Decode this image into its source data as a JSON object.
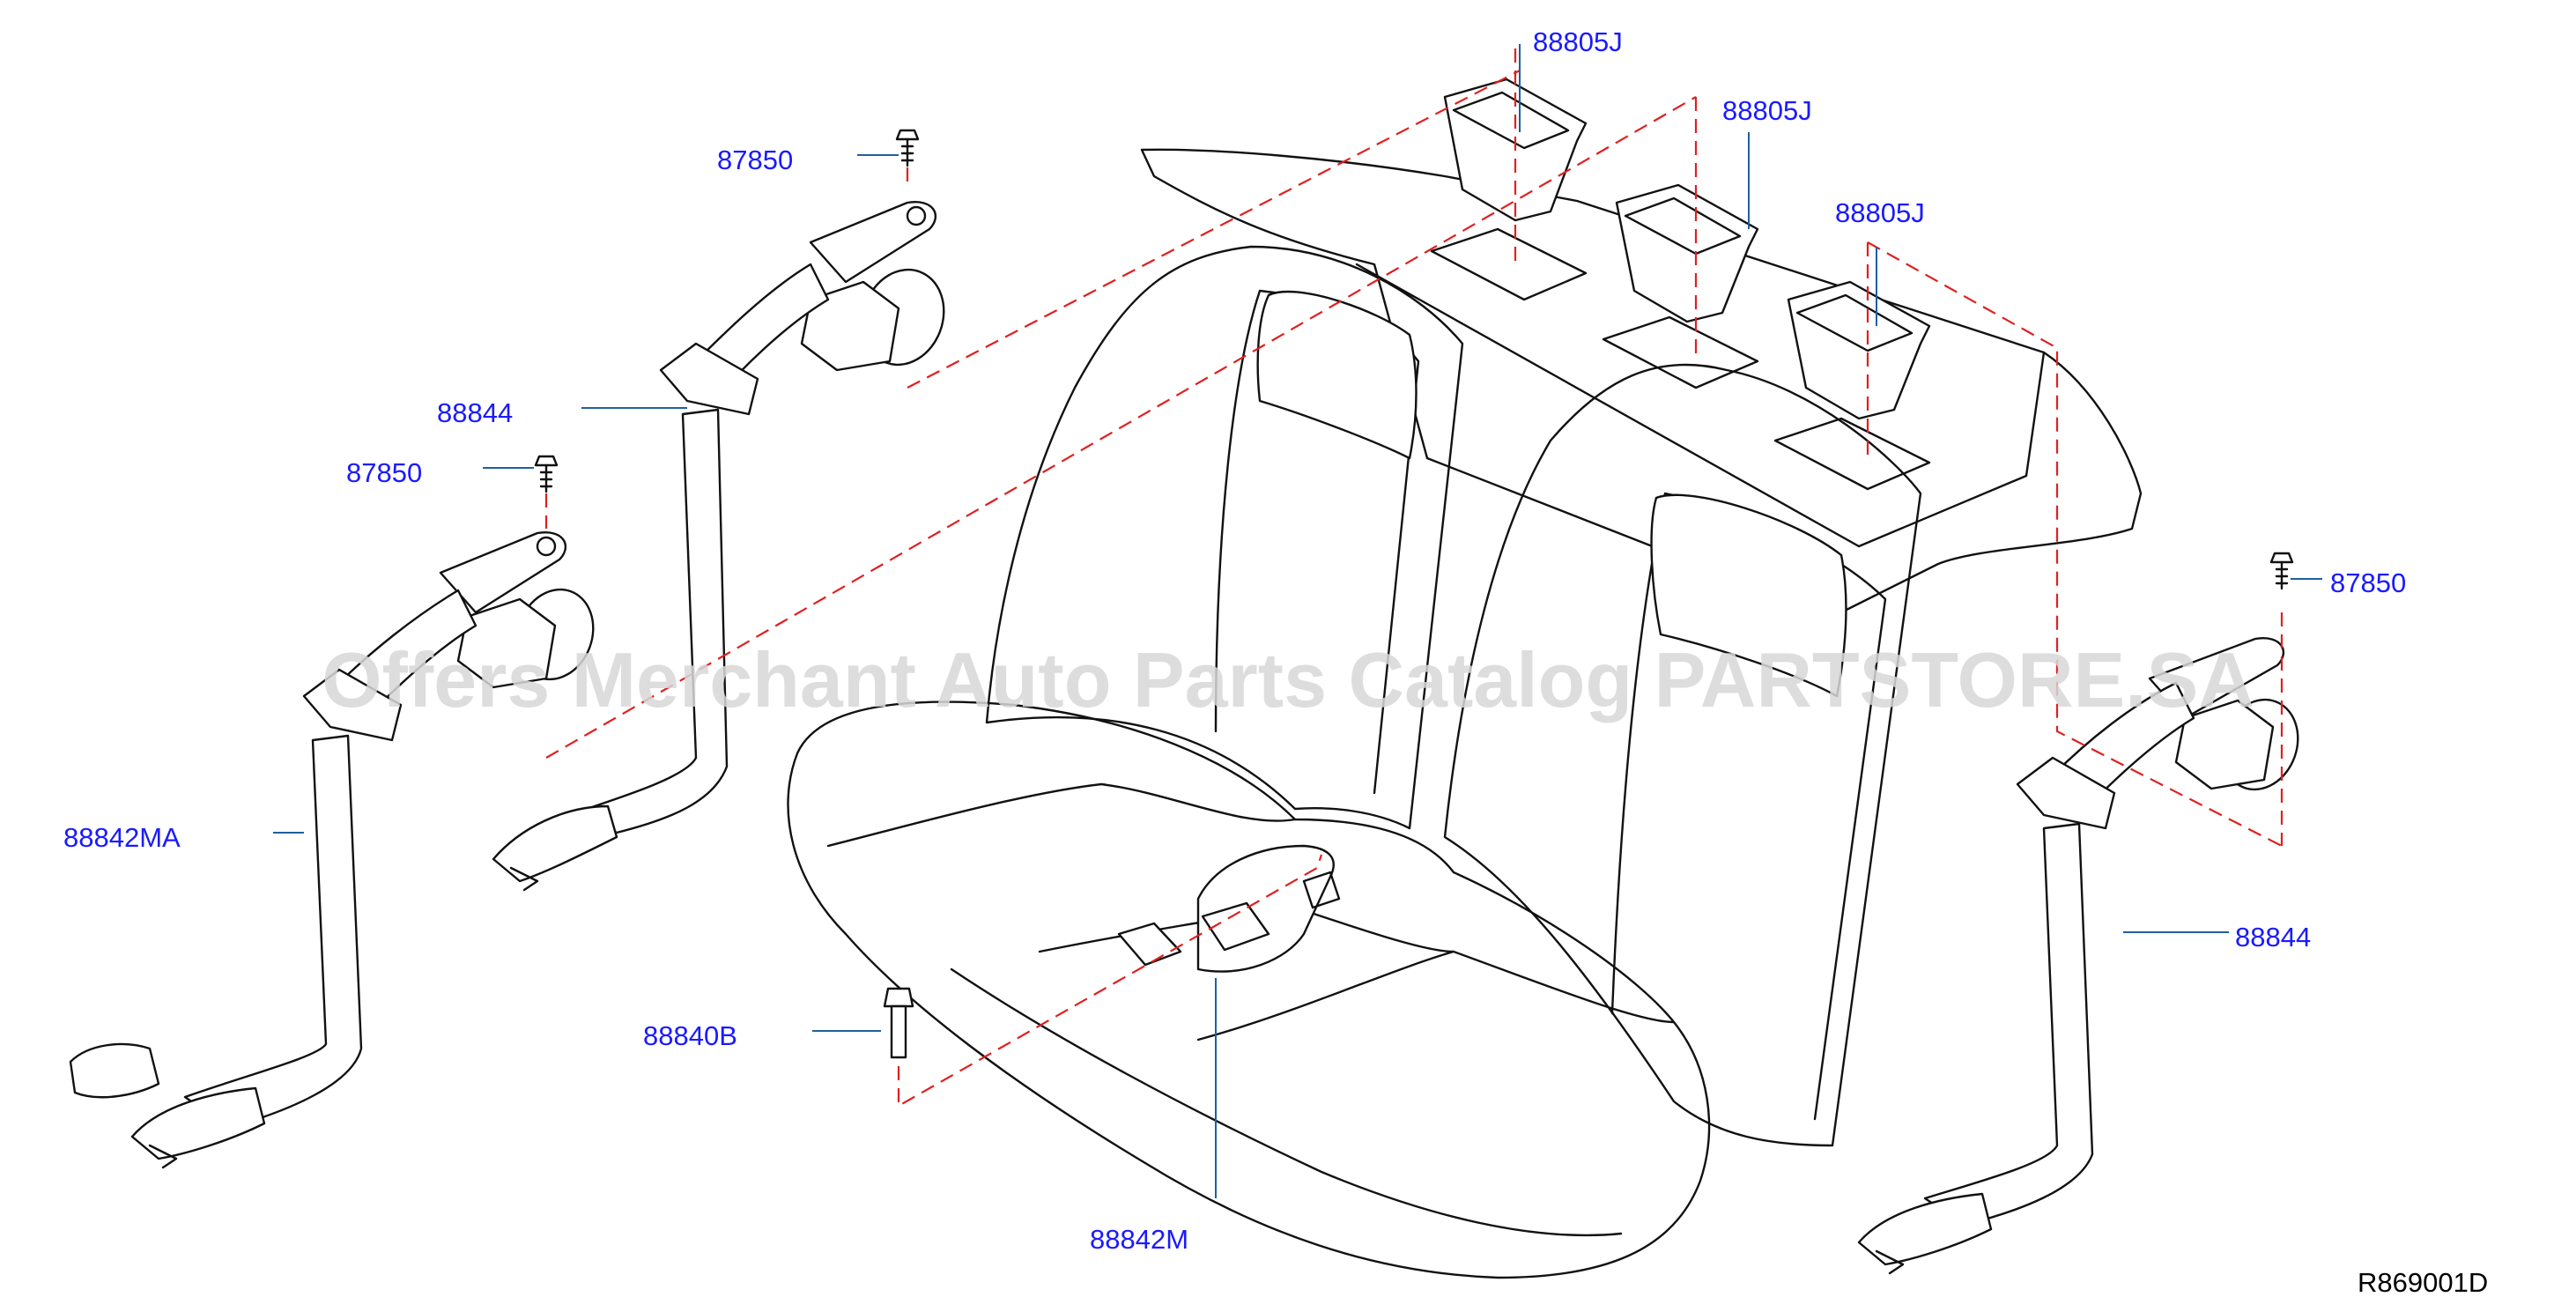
{
  "diagram": {
    "watermark": "Offers Merchant Auto Parts Catalog PARTSTORE.SA",
    "diagram_code": "R869001D",
    "colors": {
      "label": "#1a1aff",
      "dash_line": "#e02020",
      "leader": "#1f5f9f",
      "ink": "#111111"
    },
    "labels": {
      "p88805J_a": "88805J",
      "p88805J_b": "88805J",
      "p88805J_c": "88805J",
      "p87850_a": "87850",
      "p87850_b": "87850",
      "p87850_c": "87850",
      "p88844_left": "88844",
      "p88844_right": "88844",
      "p88842MA": "88842MA",
      "p88840B": "88840B",
      "p88842M": "88842M"
    }
  }
}
